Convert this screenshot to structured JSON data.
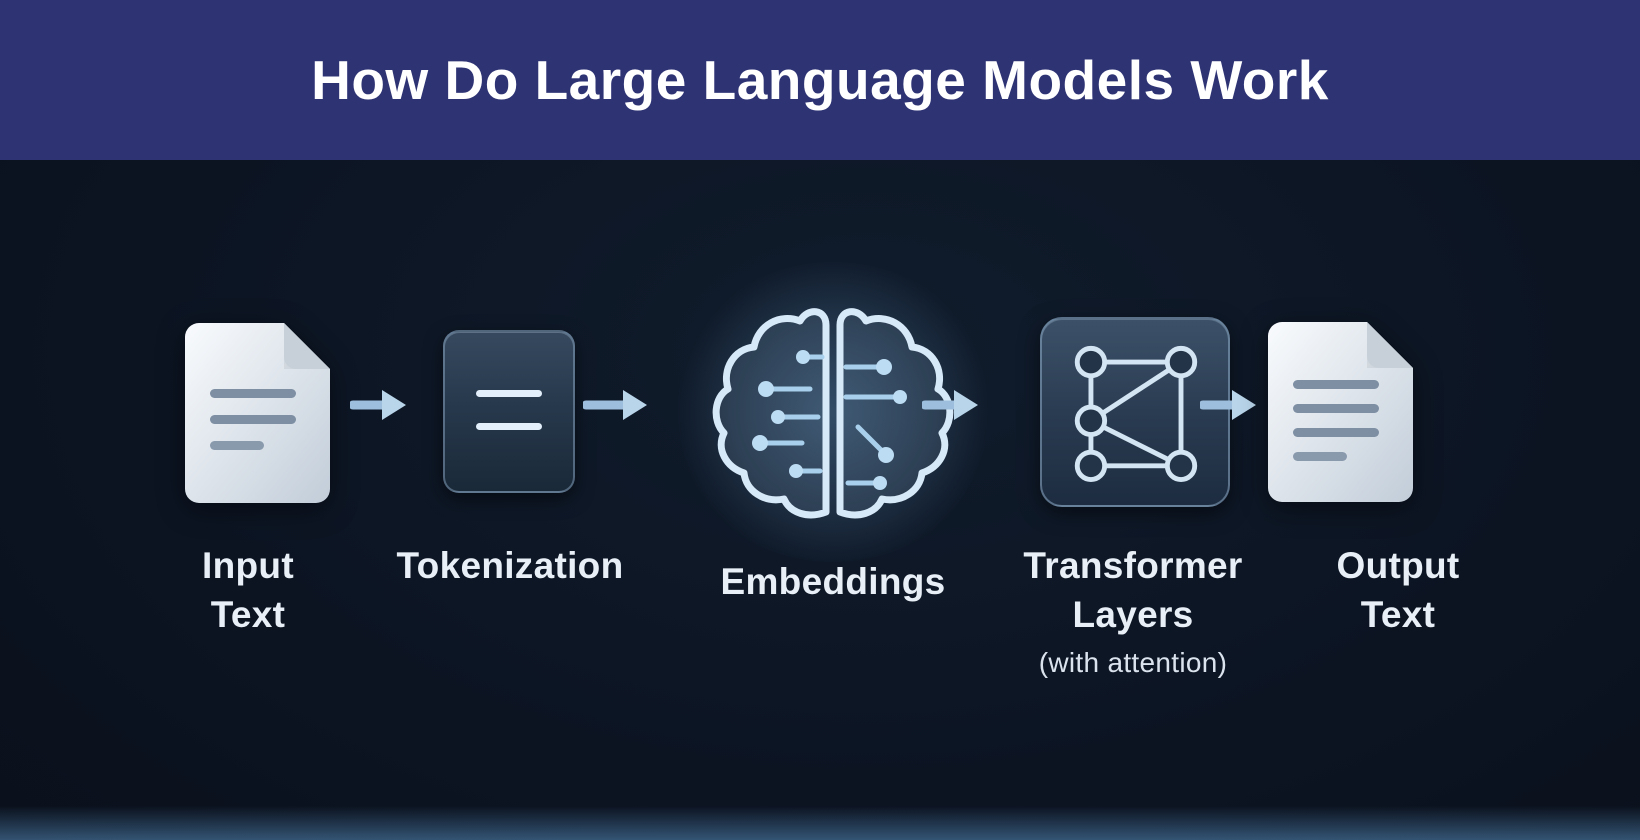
{
  "header": {
    "title": "How Do Large Language Models Work",
    "bg_color": "#2e3374"
  },
  "diagram": {
    "background_color": "#0c1420",
    "accent_color": "#9cc3e4",
    "label_color": "#e9eff6",
    "nodes": [
      {
        "id": "input-text",
        "icon": "document-icon",
        "line1": "Input",
        "line2": "Text"
      },
      {
        "id": "tokenization",
        "icon": "token-block-icon",
        "line1": "Tokenization"
      },
      {
        "id": "embeddings",
        "icon": "brain-circuit-icon",
        "line1": "Embeddings"
      },
      {
        "id": "transformer-layers",
        "icon": "network-graph-icon",
        "line1": "Transformer",
        "line2": "Layers",
        "sublabel": "(with attention)"
      },
      {
        "id": "output-text",
        "icon": "document-icon",
        "line1": "Output",
        "line2": "Text"
      }
    ],
    "arrow_count": 4
  }
}
